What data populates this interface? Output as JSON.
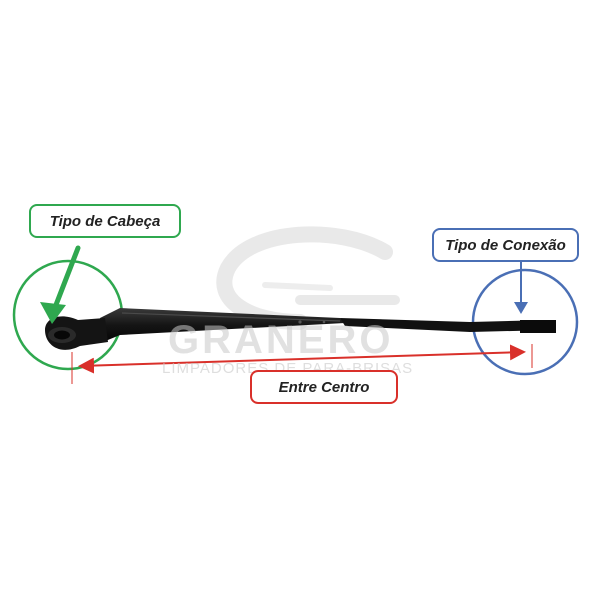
{
  "labels": {
    "head_type": "Tipo de Cabeça",
    "connection_type": "Tipo de Conexão",
    "center_distance": "Entre Centro"
  },
  "watermark": {
    "brand": "GRANERO",
    "subtitle": "LIMPADORES DE PARA-BRISAS"
  },
  "colors": {
    "head_accent": "#2fa84f",
    "connection_accent": "#4a6fb5",
    "center_accent": "#d9302a",
    "wiper_arm": "#151515"
  },
  "icons": {
    "head_pointer": "arrow-down-left-icon",
    "connection_pointer": "arrow-down-icon",
    "measure": "double-arrow-icon"
  }
}
